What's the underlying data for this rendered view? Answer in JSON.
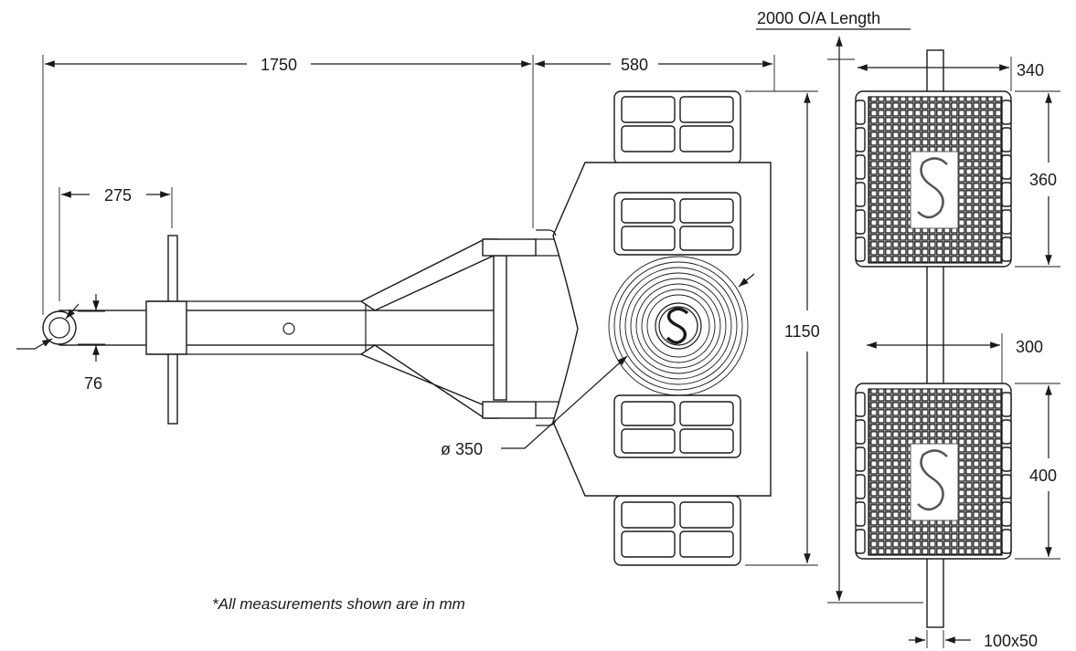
{
  "dimensions": {
    "overall_length": "2000 O/A Length",
    "tow_bar_length": "1750",
    "skate_length": "580",
    "handle_offset": "275",
    "eye_diameter": "76",
    "turntable_diameter": "ø 350",
    "skate_width": "1150",
    "roller_pad_width": "340",
    "roller_pad_length_top": "360",
    "roller_pad_spacing": "300",
    "roller_pad_length_bottom": "400",
    "beam_section": "100x50"
  },
  "note": "*All measurements shown are in mm",
  "colors": {
    "line": "#1a1a1a",
    "background": "#ffffff"
  }
}
